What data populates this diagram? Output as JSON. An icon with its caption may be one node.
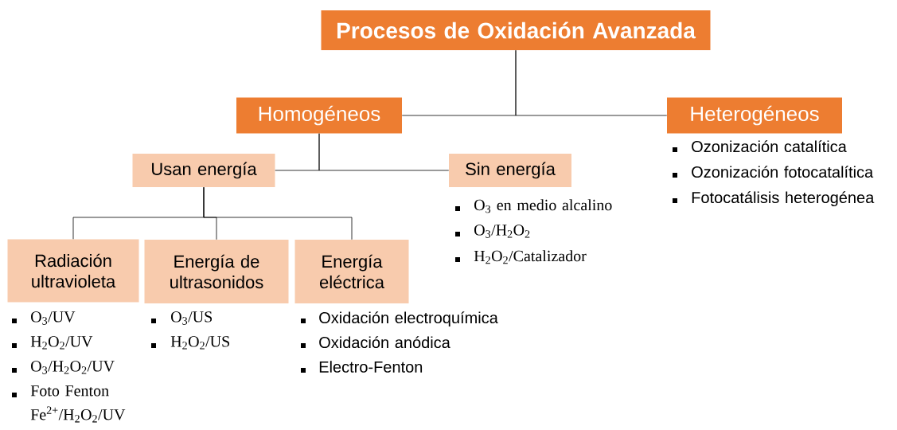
{
  "diagram": {
    "nodes": [
      {
        "text": [
          "Procesos de Oxidación Avanzada"
        ]
      },
      {
        "text": [
          "Homogéneos"
        ]
      },
      {
        "text": [
          "Heterogéneos"
        ],
        "beside": [
          "Ozonización catalítica",
          "Ozonización fotocatalítica",
          "Fotocatálisis heterogénea"
        ]
      },
      {
        "text": [
          "Usan energía"
        ]
      },
      {
        "text": [
          "Sin energía"
        ],
        "beside": [
          "O$_{3}$ en medio alcalino",
          "O$_{3}$/H$_{2}$O$_{2}$",
          "H$_{2}$O$_{2}$/Catalizador"
        ]
      },
      {
        "text": [
          "Radiación ultravioleta"
        ],
        "beside": [
          "O$_{3}$/UV",
          "H$_{2}$O$_{2}$/UV",
          "O$_{3}$/H$_{2}$O$_{2}$/UV",
          "Foto Fenton Fe$^{2+}$/H$_{2}$O$_{2}$/UV"
        ]
      },
      {
        "text": [
          "Energía de ultrasonidos"
        ],
        "beside": [
          "O$_{3}$/US",
          "H$_{2}$O$_{2}$/US"
        ]
      },
      {
        "text": [
          "Energía eléctrica"
        ],
        "beside": [
          "Oxidación electroquímica",
          "Oxidación anódica",
          "Electro-Fenton"
        ]
      }
    ],
    "edges": [
      {
        "from": 0,
        "to": 1,
        "arrow": "none"
      },
      {
        "from": 0,
        "to": 2,
        "arrow": "none"
      },
      {
        "from": 1,
        "to": 3,
        "arrow": "none"
      },
      {
        "from": 1,
        "to": 4,
        "arrow": "none"
      },
      {
        "from": 3,
        "to": 5,
        "arrow": "none"
      },
      {
        "from": 3,
        "to": 6,
        "arrow": "none"
      },
      {
        "from": 3,
        "to": 7,
        "arrow": "none"
      }
    ]
  }
}
